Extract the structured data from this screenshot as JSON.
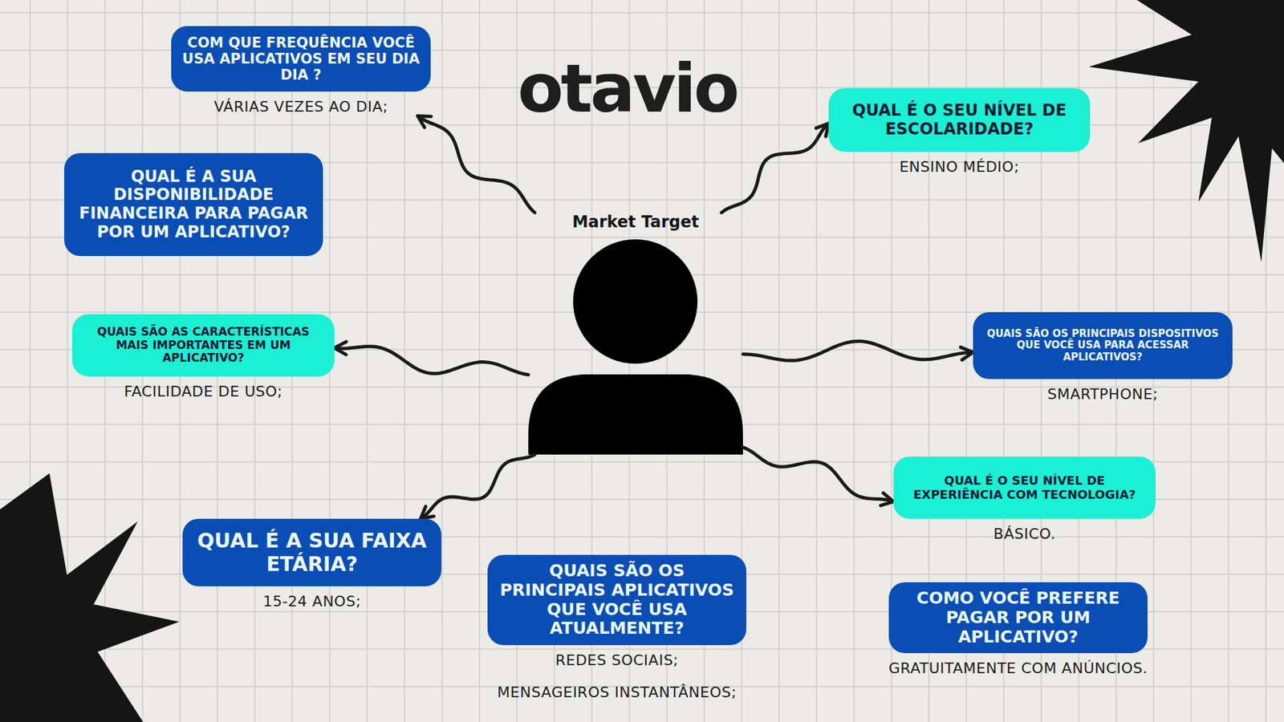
{
  "diagram": {
    "title": "otavio",
    "nodes": [
      {
        "text": [
          "COM QUE FREQUÊNCIA VOCÊ USA APLICATIVOS EM SEU DIA DIA ?",
          "VÁRIAS VEZES AO DIA;"
        ]
      },
      {
        "text": [
          "QUAL É O SEU NÍVEL DE ESCOLARIDADE?",
          "ENSINO MÉDIO;"
        ]
      },
      {
        "text": [
          "QUAL É A SUA DISPONIBILIDADE FINANCEIRA PARA PAGAR POR UM APLICATIVO?"
        ]
      },
      {
        "text": [
          "Market Target"
        ]
      },
      {
        "text": [
          "QUAIS SÃO OS PRINCIPAIS DISPOSITIVOS QUE VOCÊ USA PARA ACESSAR APLICATIVOS?",
          "SMARTPHONE;"
        ]
      },
      {
        "text": [
          "QUAIS SÃO AS CARACTERÍSTICAS MAIS IMPORTANTES EM UM APLICATIVO?",
          "FACILIDADE DE USO;"
        ]
      },
      {
        "text": [
          "QUAL É O SEU NÍVEL DE EXPERIÊNCIA COM TECNOLOGIA?",
          "BÁSICO."
        ]
      },
      {
        "text": [
          "QUAL É A SUA FAIXA ETÁRIA?",
          "15-24 ANOS;"
        ]
      },
      {
        "text": [
          "QUAIS SÃO OS PRINCIPAIS APLICATIVOS QUE VOCÊ USA ATUALMENTE?",
          "REDES SOCIAIS;",
          "MENSAGEIROS INSTANTÂNEOS;"
        ]
      },
      {
        "text": [
          "COMO VOCÊ PREFERE PAGAR POR UM APLICATIVO?",
          "GRATUITAMENTE COM ANÚNCIOS."
        ]
      }
    ],
    "edges": [
      {
        "from": 3,
        "to": 0,
        "arrow": "to"
      },
      {
        "from": 3,
        "to": 1,
        "arrow": "to"
      },
      {
        "from": 3,
        "to": 4,
        "arrow": "to"
      },
      {
        "from": 3,
        "to": 6,
        "arrow": "to"
      },
      {
        "from": 3,
        "to": 7,
        "arrow": "to"
      },
      {
        "from": 3,
        "to": 5,
        "arrow": "to"
      }
    ]
  }
}
